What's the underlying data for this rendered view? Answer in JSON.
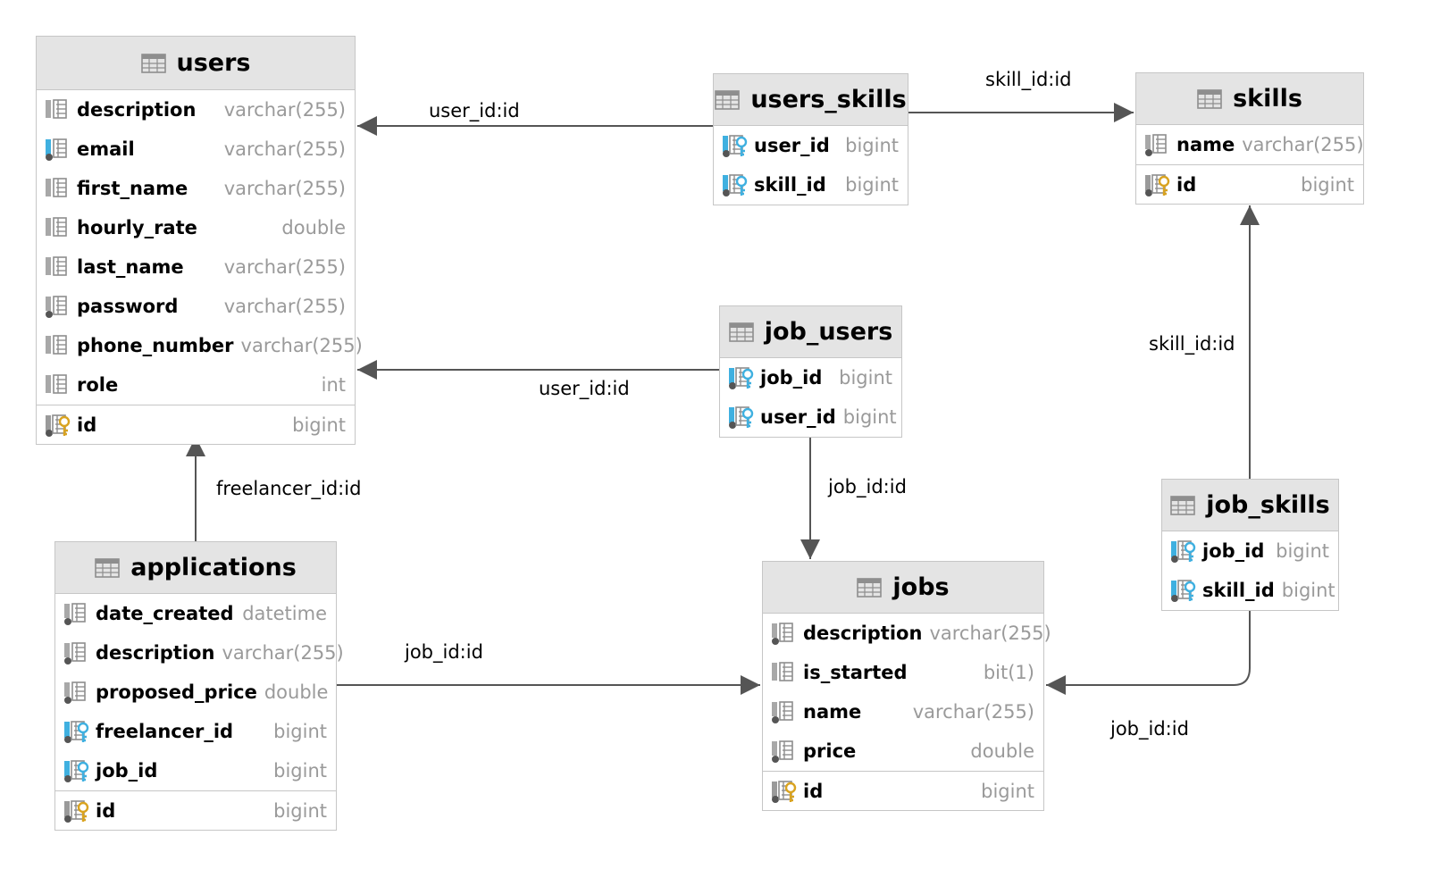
{
  "tables": [
    {
      "id": "users",
      "title": "users",
      "columns": [
        {
          "name": "description",
          "type": "varchar(255)",
          "icon": "column-icon"
        },
        {
          "name": "email",
          "type": "varchar(255)",
          "icon": "unique-column-icon"
        },
        {
          "name": "first_name",
          "type": "varchar(255)",
          "icon": "column-icon"
        },
        {
          "name": "hourly_rate",
          "type": "double",
          "icon": "column-icon"
        },
        {
          "name": "last_name",
          "type": "varchar(255)",
          "icon": "column-icon"
        },
        {
          "name": "password",
          "type": "varchar(255)",
          "icon": "not-null-column-icon"
        },
        {
          "name": "phone_number",
          "type": "varchar(255)",
          "icon": "column-icon"
        },
        {
          "name": "role",
          "type": "int",
          "icon": "column-icon"
        }
      ],
      "primary_key": {
        "name": "id",
        "type": "bigint",
        "icon": "primary-key-icon"
      }
    },
    {
      "id": "users_skills",
      "title": "users_skills",
      "columns": [
        {
          "name": "user_id",
          "type": "bigint",
          "icon": "foreign-key-icon"
        },
        {
          "name": "skill_id",
          "type": "bigint",
          "icon": "foreign-key-icon"
        }
      ]
    },
    {
      "id": "skills",
      "title": "skills",
      "columns": [
        {
          "name": "name",
          "type": "varchar(255)",
          "icon": "not-null-column-icon"
        }
      ],
      "primary_key": {
        "name": "id",
        "type": "bigint",
        "icon": "primary-key-icon"
      }
    },
    {
      "id": "job_users",
      "title": "job_users",
      "columns": [
        {
          "name": "job_id",
          "type": "bigint",
          "icon": "foreign-key-icon"
        },
        {
          "name": "user_id",
          "type": "bigint",
          "icon": "foreign-key-icon"
        }
      ]
    },
    {
      "id": "applications",
      "title": "applications",
      "columns": [
        {
          "name": "date_created",
          "type": "datetime",
          "icon": "not-null-column-icon"
        },
        {
          "name": "description",
          "type": "varchar(255)",
          "icon": "not-null-column-icon"
        },
        {
          "name": "proposed_price",
          "type": "double",
          "icon": "not-null-column-icon"
        },
        {
          "name": "freelancer_id",
          "type": "bigint",
          "icon": "foreign-key-icon"
        },
        {
          "name": "job_id",
          "type": "bigint",
          "icon": "foreign-key-icon"
        }
      ],
      "primary_key": {
        "name": "id",
        "type": "bigint",
        "icon": "primary-key-icon"
      }
    },
    {
      "id": "jobs",
      "title": "jobs",
      "columns": [
        {
          "name": "description",
          "type": "varchar(255)",
          "icon": "not-null-column-icon"
        },
        {
          "name": "is_started",
          "type": "bit(1)",
          "icon": "column-icon"
        },
        {
          "name": "name",
          "type": "varchar(255)",
          "icon": "not-null-column-icon"
        },
        {
          "name": "price",
          "type": "double",
          "icon": "not-null-column-icon"
        }
      ],
      "primary_key": {
        "name": "id",
        "type": "bigint",
        "icon": "primary-key-icon"
      }
    },
    {
      "id": "job_skills",
      "title": "job_skills",
      "columns": [
        {
          "name": "job_id",
          "type": "bigint",
          "icon": "foreign-key-icon"
        },
        {
          "name": "skill_id",
          "type": "bigint",
          "icon": "foreign-key-icon"
        }
      ]
    }
  ],
  "relationships": [
    {
      "id": "rel-users-skills-users",
      "from": "users_skills",
      "to": "users",
      "label": "user_id:id"
    },
    {
      "id": "rel-users-skills-skills",
      "from": "users_skills",
      "to": "skills",
      "label": "skill_id:id"
    },
    {
      "id": "rel-job-users-users",
      "from": "job_users",
      "to": "users",
      "label": "user_id:id"
    },
    {
      "id": "rel-job-users-jobs",
      "from": "job_users",
      "to": "jobs",
      "label": "job_id:id"
    },
    {
      "id": "rel-applications-users",
      "from": "applications",
      "to": "users",
      "label": "freelancer_id:id"
    },
    {
      "id": "rel-applications-jobs",
      "from": "applications",
      "to": "jobs",
      "label": "job_id:id"
    },
    {
      "id": "rel-job-skills-skills",
      "from": "job_skills",
      "to": "skills",
      "label": "skill_id:id"
    },
    {
      "id": "rel-job-skills-jobs",
      "from": "job_skills",
      "to": "jobs",
      "label": "job_id:id"
    }
  ],
  "colors": {
    "header_bg": "#e4e4e4",
    "border": "#c6c6c6",
    "type_text": "#9a9a9a",
    "edge": "#555555",
    "key_gold": "#d9a320",
    "key_blue": "#3fb0e0"
  }
}
